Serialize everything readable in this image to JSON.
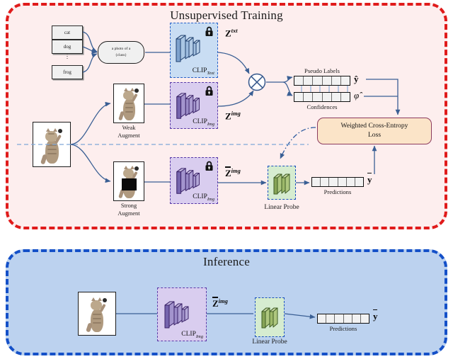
{
  "figure": {
    "type": "pipeline-diagram",
    "panels": [
      {
        "id": "training",
        "title": "Unsupervised Training",
        "border_color": "#e01b1b",
        "fill_color": "#fdeeee"
      },
      {
        "id": "inference",
        "title": "Inference",
        "border_color": "#1450c8",
        "fill_color": "#bcd2ef"
      }
    ]
  },
  "training": {
    "title": "Unsupervised Training",
    "class_names": [
      "cat",
      "dog",
      "frog"
    ],
    "class_ellipsis": "⋮",
    "prompt": {
      "line1": "a photo of a",
      "line2": "{class}"
    },
    "text_encoder": {
      "label": "CLIP",
      "sub": "Text",
      "locked": true,
      "lock_icon": "lock-icon",
      "output": "Z",
      "output_sup": "txt"
    },
    "weak_branch": {
      "caption_line1": "Weak",
      "caption_line2": "Augment",
      "encoder_label": "CLIP",
      "encoder_sub": "Img",
      "locked": true,
      "output": "Z",
      "output_sup": "img"
    },
    "strong_branch": {
      "caption_line1": "Strong",
      "caption_line2": "Augment",
      "encoder_label": "CLIP",
      "encoder_sub": "Img",
      "locked": true,
      "output": "Z",
      "output_sup": "img",
      "output_overbar": true
    },
    "multiply_node": {
      "icon": "circled-times-icon",
      "symbol": "⊗"
    },
    "pseudo_labels": {
      "title": "Pseudo Labels",
      "cells": 6,
      "symbol": "ŷ"
    },
    "confidences": {
      "title": "Confidences",
      "cells": 6,
      "symbol": "φ̂"
    },
    "linear_probe": {
      "label": "Linear Probe"
    },
    "predictions": {
      "title": "Predictions",
      "cells": 6,
      "symbol": "y",
      "overbar": true
    },
    "loss_box": {
      "line1": "Weighted Cross-Entropy",
      "line2": "Loss",
      "fill": "#fbe4c8",
      "border": "#8c3b5e"
    }
  },
  "inference": {
    "title": "Inference",
    "encoder": {
      "label": "CLIP",
      "sub": "Img",
      "output": "Z",
      "output_sup": "img",
      "output_overbar": true
    },
    "linear_probe": {
      "label": "Linear Probe"
    },
    "predictions": {
      "title": "Predictions",
      "cells": 6,
      "symbol": "y",
      "overbar": true
    }
  },
  "colors": {
    "text_encoder_fill": "#c9ddf3",
    "image_encoder_fill": "#d9cdef",
    "probe_fill": "#d6ecd0",
    "arrow": "#3a5f94",
    "training_border": "#e01b1b",
    "inference_border": "#1450c8"
  }
}
